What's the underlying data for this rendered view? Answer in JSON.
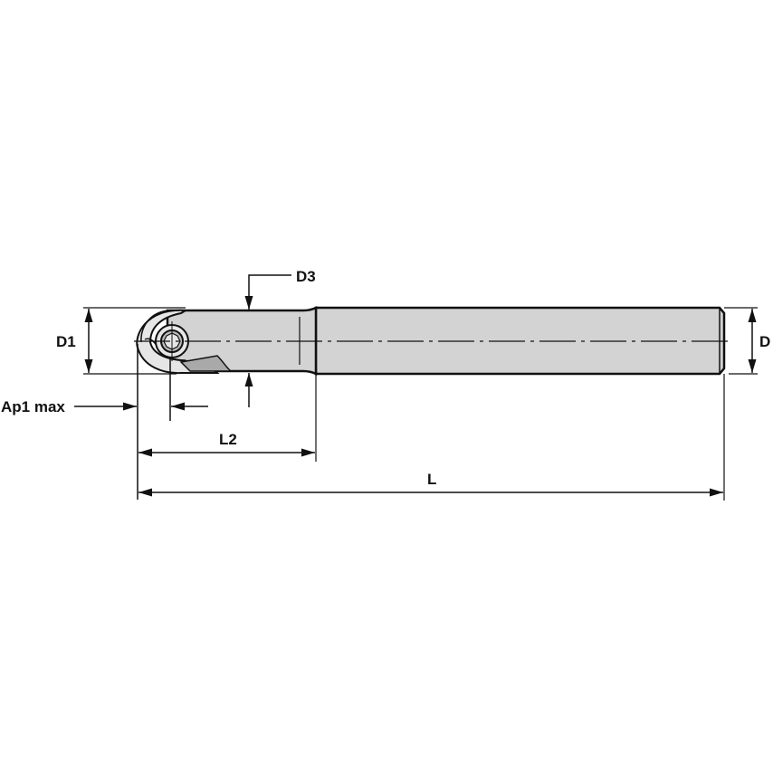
{
  "drawing": {
    "subject": "Ball nose end mill with indexable insert",
    "colors": {
      "body_fill": "#d3d3d3",
      "insert_fill": "#e6e6e6",
      "shade_fill": "#a9a9a9",
      "line": "#111111",
      "background": "#ffffff"
    }
  },
  "dimensions": {
    "d3": "D3",
    "d1": "D1",
    "d": "D",
    "ap1max": "Ap1 max",
    "l2": "L2",
    "l": "L"
  }
}
